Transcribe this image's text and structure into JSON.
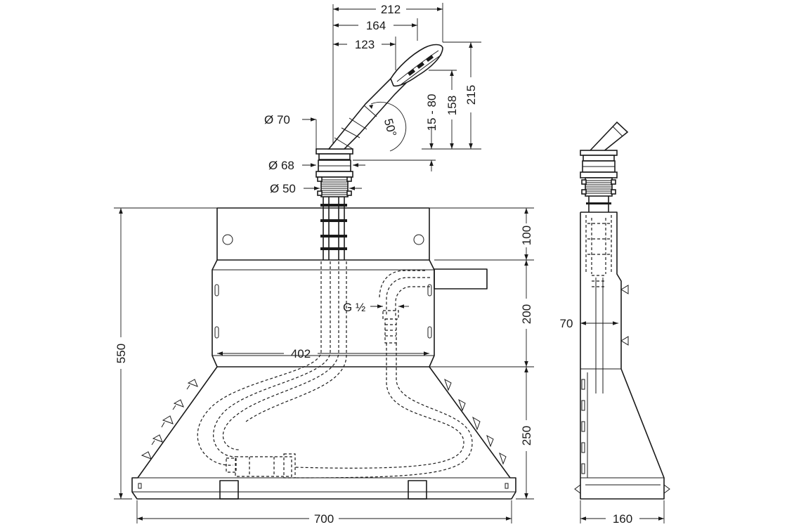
{
  "dimensions": {
    "d212": "212",
    "d164": "164",
    "d123": "123",
    "d215": "215",
    "d158": "158",
    "d15_80": "15 - 80",
    "angle": "50°",
    "dia70": "Ø 70",
    "dia68": "Ø 68",
    "dia50": "Ø 50",
    "d550": "550",
    "d100": "100",
    "d200": "200",
    "d250": "250",
    "d402": "402",
    "thread": "G ½",
    "d700": "700",
    "d160": "160",
    "side70": "70"
  }
}
